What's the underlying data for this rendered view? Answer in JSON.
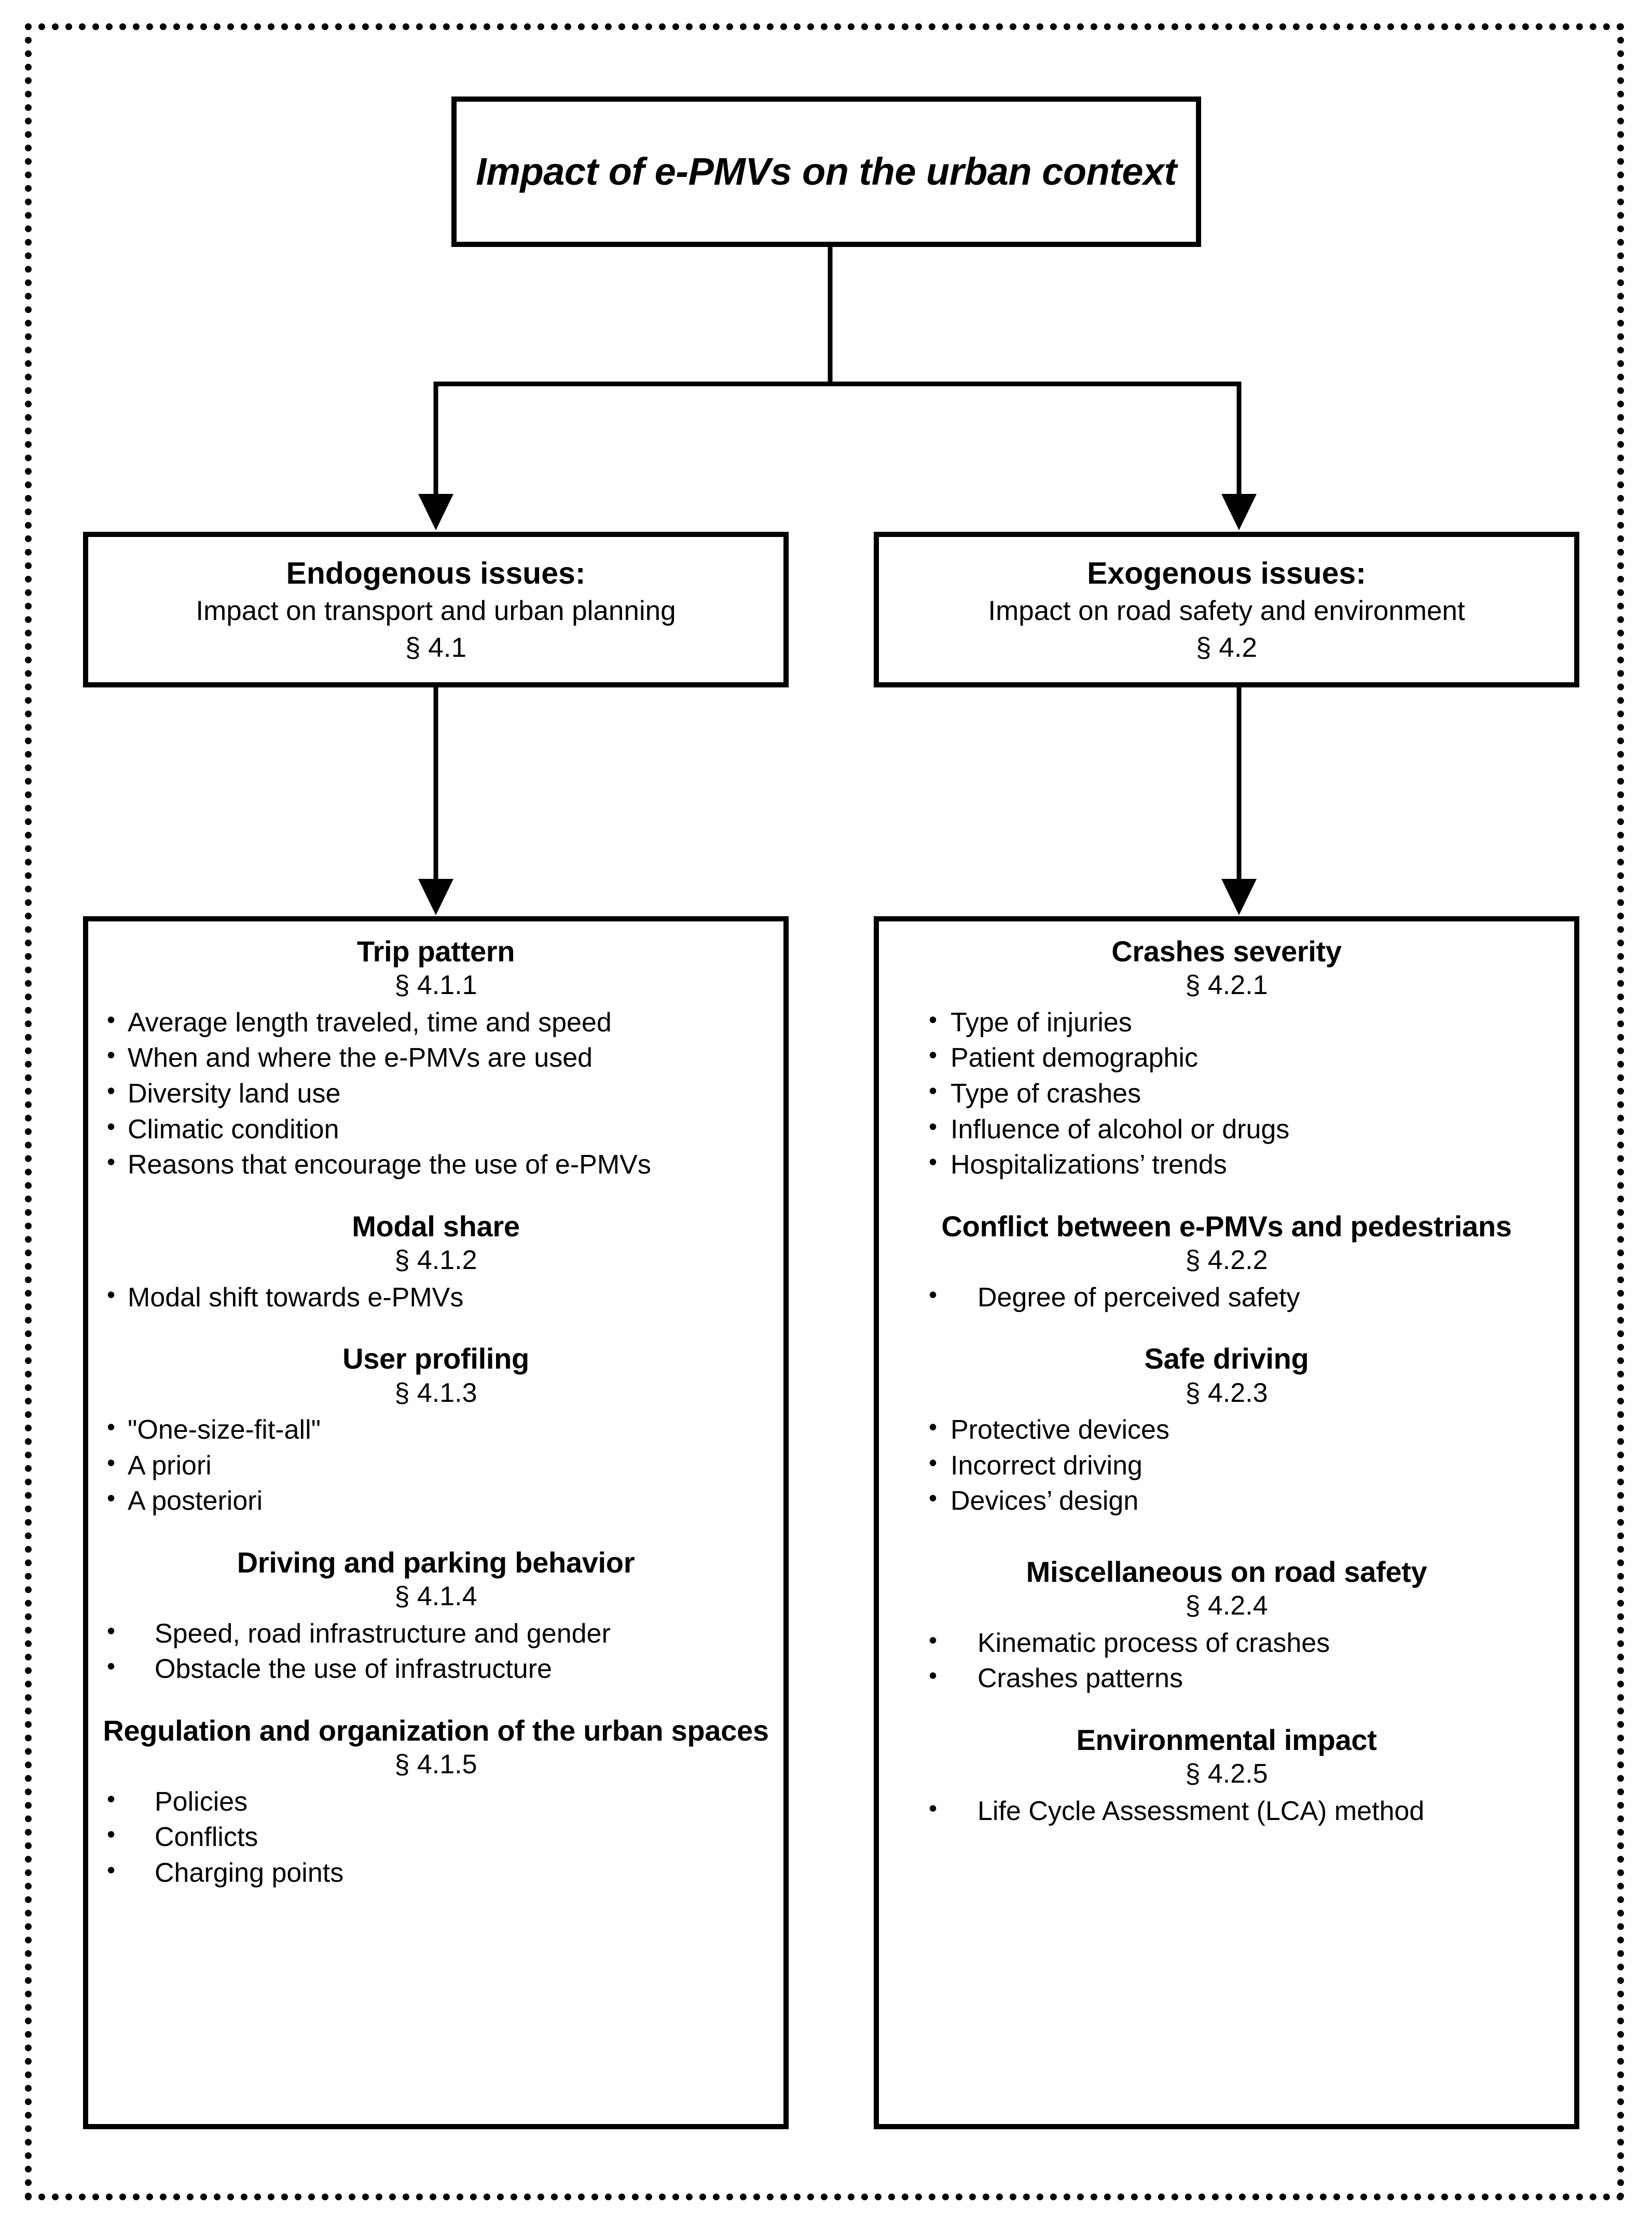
{
  "diagram": {
    "title": "Impact of e-PMVs on the urban context",
    "branches": [
      {
        "id": "endogenous",
        "heading": "Endogenous issues:",
        "subheading": "Impact on transport and urban planning",
        "section": "§ 4.1",
        "subsections": [
          {
            "title": "Trip pattern",
            "section": "§ 4.1.1",
            "indent": "narrow",
            "items": [
              "Average length traveled, time and speed",
              "When and where the e-PMVs are used",
              "Diversity land use",
              "Climatic condition",
              "Reasons that encourage the use of e-PMVs"
            ]
          },
          {
            "title": "Modal share",
            "section": "§ 4.1.2",
            "indent": "narrow",
            "items": [
              "Modal shift towards e-PMVs"
            ]
          },
          {
            "title": "User profiling",
            "section": "§ 4.1.3",
            "indent": "narrow",
            "items": [
              "\"One-size-fit-all\"",
              "A priori",
              "A posteriori"
            ]
          },
          {
            "title": "Driving and parking behavior",
            "section": "§ 4.1.4",
            "indent": "wide",
            "items": [
              "Speed, road infrastructure and gender",
              "Obstacle the use of infrastructure"
            ]
          },
          {
            "title": "Regulation and organization of the urban spaces",
            "section": "§ 4.1.5",
            "indent": "wide",
            "items": [
              "Policies",
              "Conflicts",
              "Charging points"
            ]
          }
        ]
      },
      {
        "id": "exogenous",
        "heading": "Exogenous issues:",
        "subheading": "Impact on road safety and environment",
        "section": "§ 4.2",
        "subsections": [
          {
            "title": "Crashes severity",
            "section": "§ 4.2.1",
            "indent": "narrow",
            "items": [
              "Type of injuries",
              "Patient demographic",
              "Type of crashes",
              "Influence of alcohol or drugs",
              "Hospitalizations’ trends"
            ]
          },
          {
            "title": "Conflict between e-PMVs and pedestrians",
            "section": "§ 4.2.2",
            "indent": "wide",
            "items": [
              "Degree of perceived safety"
            ]
          },
          {
            "title": "Safe driving",
            "section": "§ 4.2.3",
            "indent": "narrow",
            "items": [
              "Protective devices",
              "Incorrect driving",
              "Devices’ design"
            ]
          },
          {
            "title": "Miscellaneous on road safety",
            "section": "§ 4.2.4",
            "indent": "wide",
            "items": [
              "Kinematic process of crashes",
              "Crashes patterns"
            ]
          },
          {
            "title": "Environmental impact",
            "section": "§ 4.2.5",
            "indent": "wide",
            "items": [
              "Life Cycle Assessment (LCA) method"
            ]
          }
        ]
      }
    ],
    "colors": {
      "line": "#000000",
      "background": "#ffffff"
    }
  }
}
